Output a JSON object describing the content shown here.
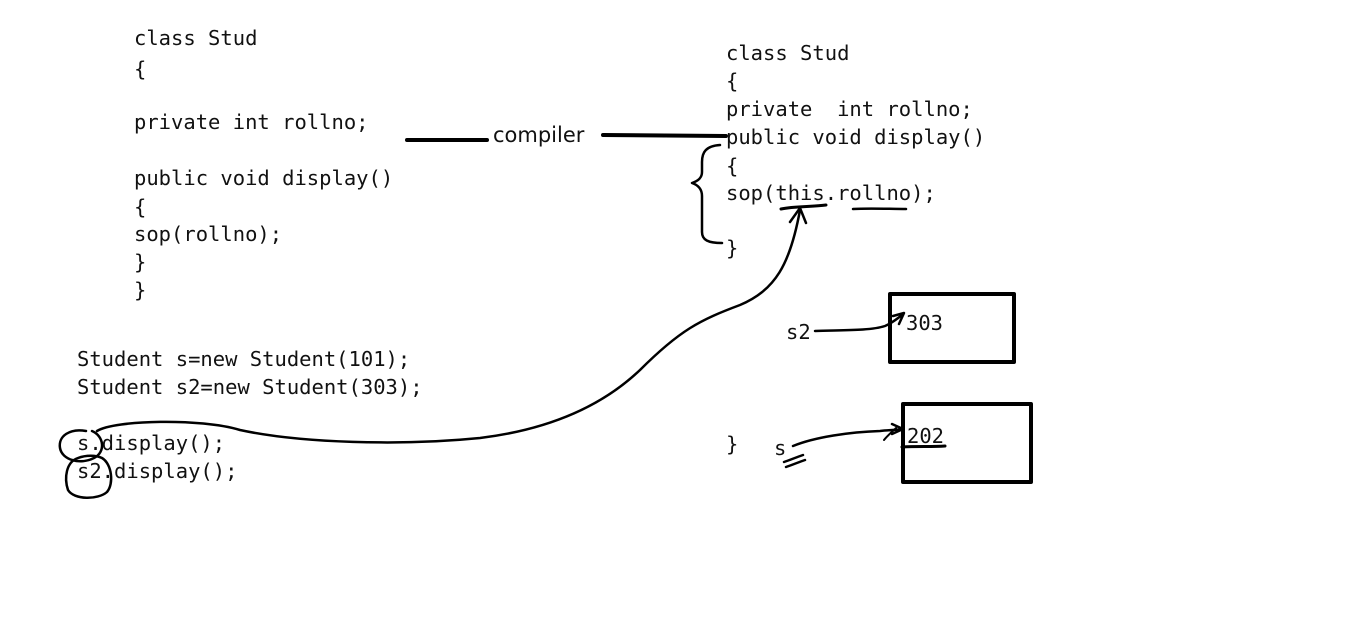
{
  "left_class": {
    "lines": [
      "class Stud",
      "{",
      "",
      "private int rollno;",
      "",
      "public void display()",
      "{",
      "sop(rollno);",
      "}",
      "}"
    ]
  },
  "compiler_label": "compiler",
  "right_class": {
    "lines": [
      "class Stud",
      "{",
      "private  int rollno;",
      "public void display()",
      "{",
      "sop(this.rollno);",
      "",
      "}"
    ],
    "closing_brace": "}"
  },
  "main_code": {
    "lines": [
      "Student s=new Student(101);",
      "Student s2=new Student(303);",
      "",
      "s.display();",
      "s2.display();"
    ]
  },
  "memory": {
    "s2_label": "s2",
    "s2_value": "303",
    "s_label": "s",
    "s_value": "202"
  }
}
